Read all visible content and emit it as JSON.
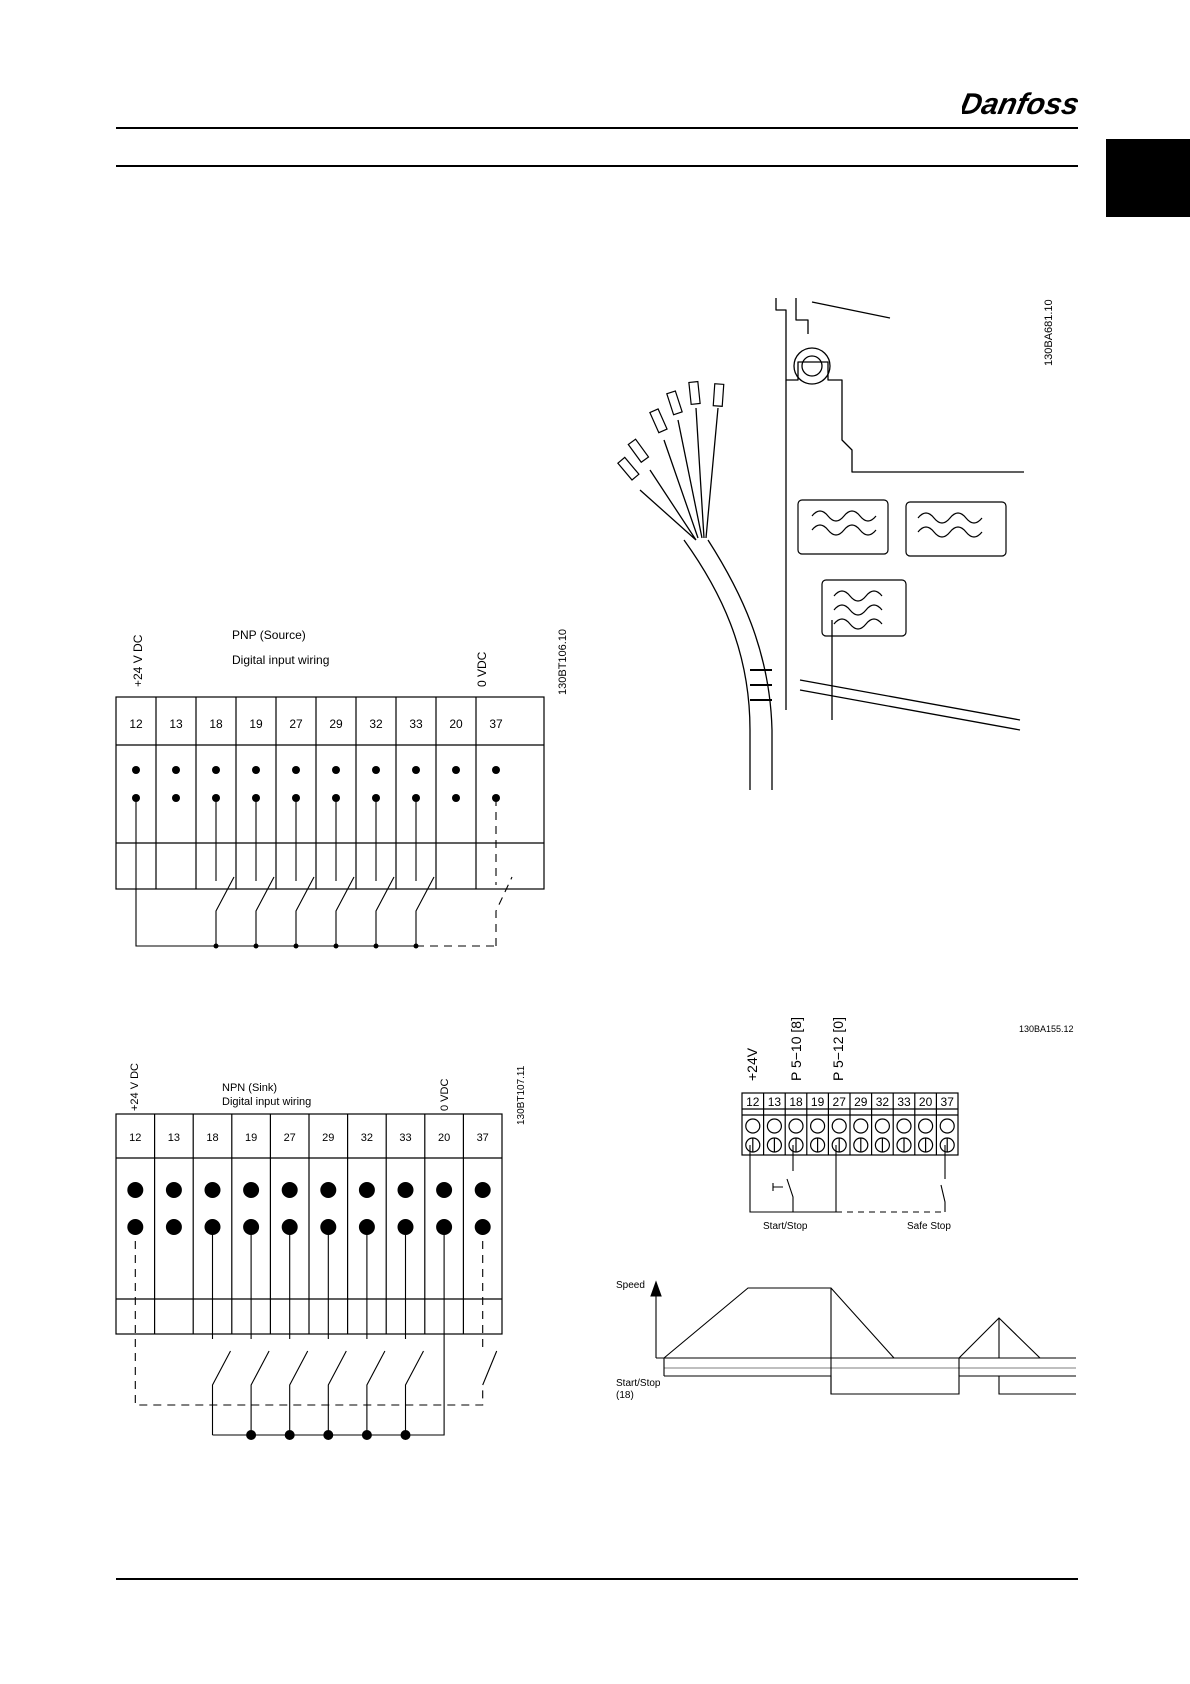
{
  "header": {
    "brand": "Danfoss"
  },
  "colors": {
    "ink": "#000000",
    "tab": "#000000",
    "paper": "#ffffff"
  },
  "pnp": {
    "id": "130BT106.10",
    "title": "PNP (Source)",
    "subtitle": "Digital input wiring",
    "v24": "+24 V DC",
    "v0": "0 VDC",
    "terminals": [
      "12",
      "13",
      "18",
      "19",
      "27",
      "29",
      "32",
      "33",
      "20",
      "37"
    ]
  },
  "npn": {
    "id": "130BT107.11",
    "title": "NPN (Sink)",
    "subtitle": "Digital input wiring",
    "v24": "+24 V DC",
    "v0": "0 VDC",
    "terminals": [
      "12",
      "13",
      "18",
      "19",
      "27",
      "29",
      "32",
      "33",
      "20",
      "37"
    ]
  },
  "cable": {
    "id": "130BA681.10"
  },
  "startstop": {
    "id": "130BA155.12",
    "v24": "+24V",
    "p510": "P 5−10 [8]",
    "p512": "P 5−12 [0]",
    "terminals": [
      "12",
      "13",
      "18",
      "19",
      "27",
      "29",
      "32",
      "33",
      "20",
      "37"
    ],
    "label_start": "Start/Stop",
    "label_safe": "Safe Stop"
  },
  "timing": {
    "speed": "Speed",
    "signal_line1": "Start/Stop",
    "signal_line2": "(18)"
  }
}
